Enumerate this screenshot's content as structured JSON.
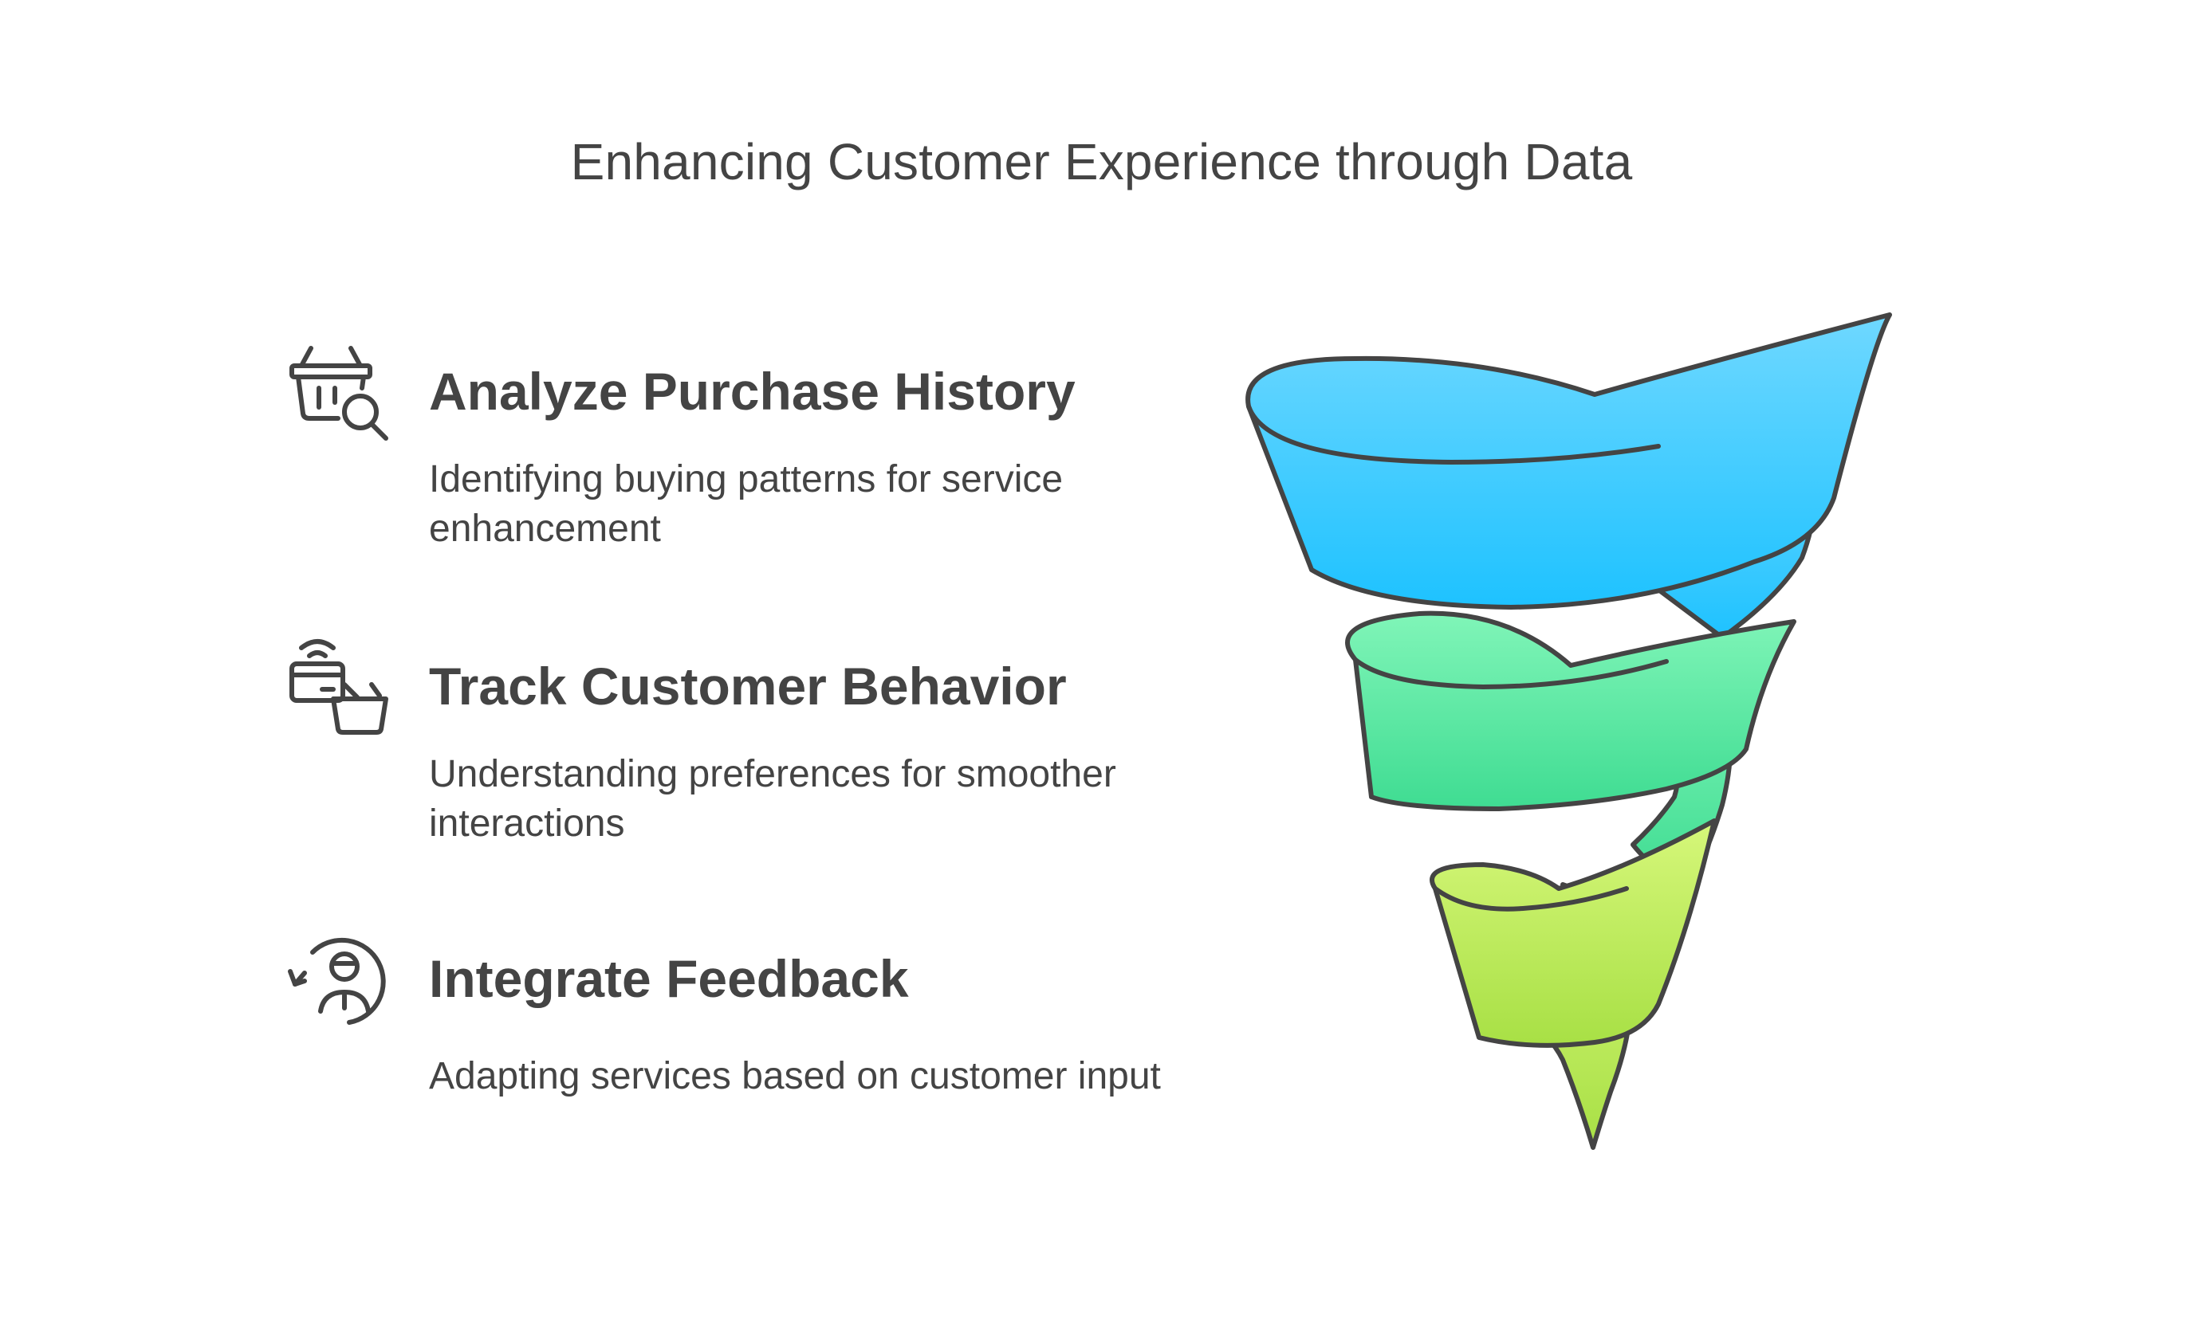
{
  "title": "Enhancing Customer Experience through Data",
  "steps": [
    {
      "heading": "Analyze Purchase History",
      "description": "Identifying buying patterns for service enhancement",
      "icon": "basket-search-icon"
    },
    {
      "heading": "Track Customer Behavior",
      "description": "Understanding preferences for smoother interactions",
      "icon": "card-basket-icon"
    },
    {
      "heading": "Integrate Feedback",
      "description": "Adapting services based on customer input",
      "icon": "feedback-loop-icon"
    }
  ],
  "colors": {
    "text": "#444444",
    "outline": "#444444",
    "band_blue_top": "#6fd8ff",
    "band_blue_bottom": "#1ec2ff",
    "band_green_top": "#80f5b8",
    "band_green_bottom": "#3fdc92",
    "band_lime_top": "#d6f77a",
    "band_lime_bottom": "#a8e045"
  }
}
